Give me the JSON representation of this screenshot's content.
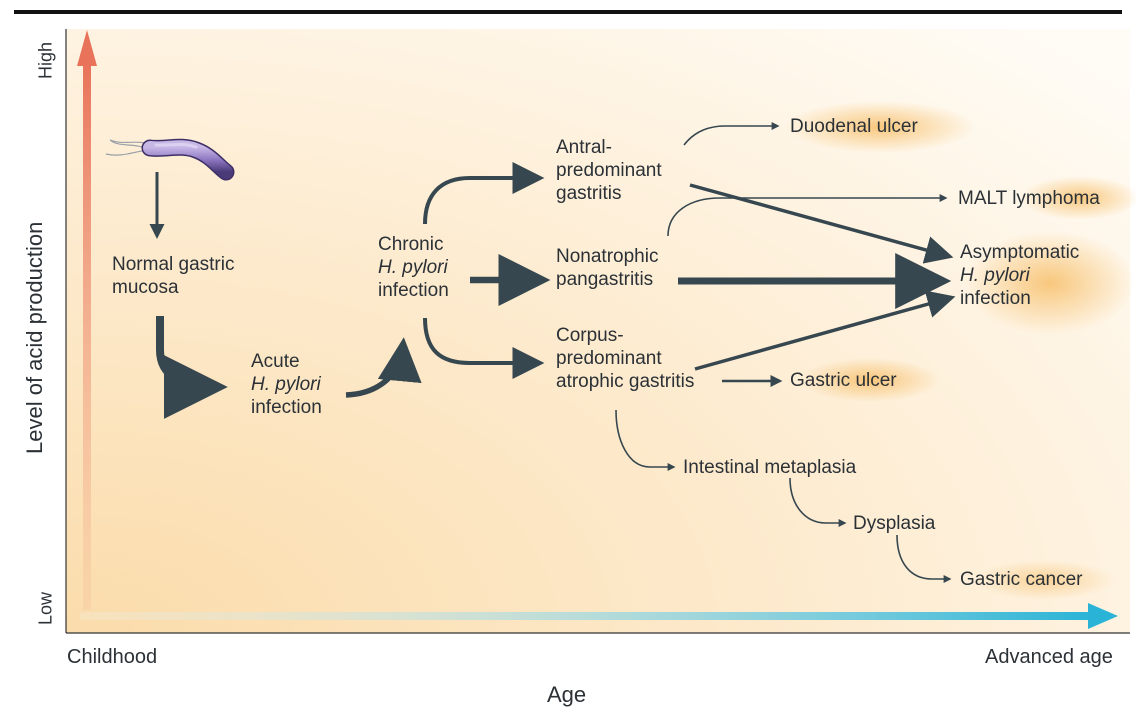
{
  "axes": {
    "y_label": "Level of acid production",
    "y_high": "High",
    "y_low": "Low",
    "x_label": "Age",
    "x_start": "Childhood",
    "x_end": "Advanced age"
  },
  "nodes": {
    "normal_1": "Normal gastric",
    "normal_2": "mucosa",
    "acute_1": "Acute",
    "acute_2": "H. pylori",
    "acute_3": "infection",
    "chronic_1": "Chronic",
    "chronic_2": "H. pylori",
    "chronic_3": "infection",
    "antral_1": "Antral-",
    "antral_2": "predominant",
    "antral_3": "gastritis",
    "nonatrophic_1": "Nonatrophic",
    "nonatrophic_2": "pangastritis",
    "corpus_1": "Corpus-",
    "corpus_2": "predominant",
    "corpus_3": "atrophic gastritis",
    "duodenal": "Duodenal ulcer",
    "malt": "MALT lymphoma",
    "asym_1": "Asymptomatic",
    "asym_2": "H. pylori",
    "asym_3": "infection",
    "gastric_ulcer": "Gastric ulcer",
    "metaplasia": "Intestinal metaplasia",
    "dysplasia": "Dysplasia",
    "cancer": "Gastric cancer"
  },
  "colors": {
    "arrow": "#37474f",
    "y_arrow": "#e8735a",
    "x_arrow": "#29b3d6",
    "background": "#fde9c8",
    "halo": "#f9c77e"
  }
}
